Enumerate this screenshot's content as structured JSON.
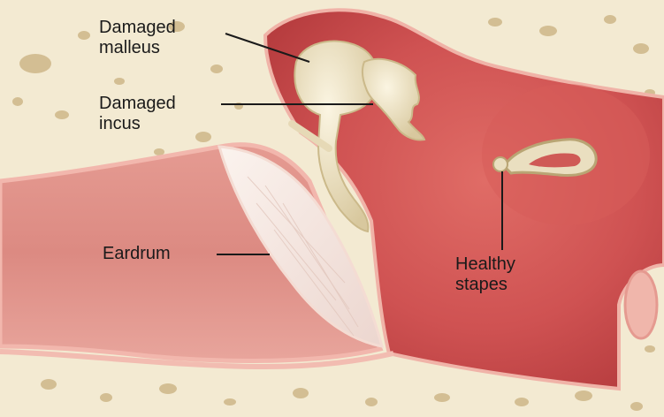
{
  "labels": {
    "malleus": {
      "line1": "Damaged",
      "line2": "malleus"
    },
    "incus": {
      "line1": "Damaged",
      "line2": "incus"
    },
    "eardrum": {
      "text": "Eardrum"
    },
    "stapes": {
      "line1": "Healthy",
      "line2": "stapes"
    }
  },
  "colors": {
    "bone_background": "#f3ead2",
    "bone_pore": "#c9b07e",
    "canal_outer": "#e7a39a",
    "canal_inner": "#d9827a",
    "middle_ear": "#c84a4a",
    "middle_ear_light": "#df6b66",
    "ossicle": "#eadfc0",
    "eardrum": "#f6ece6",
    "label_text": "#1a1a1a",
    "leader_line": "#1a1a1a"
  }
}
